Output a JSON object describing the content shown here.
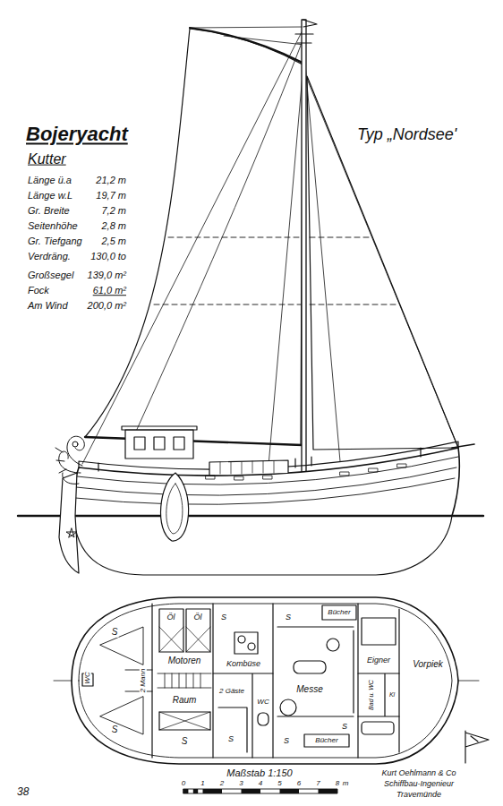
{
  "diagram": {
    "title": "Bojeryacht",
    "labels": [
      "Kutter",
      "Typ „Nordsee'",
      "Länge ü.a",
      "21,2 m",
      "Länge w.L",
      "19,7 m",
      "Gr. Breite",
      "7,2 m",
      "Seitenhöhe",
      "2,8 m",
      "Gr. Tiefgang",
      "2,5 m",
      "Verdräng.",
      "130,0 to",
      "Großsegel",
      "139,0 m²",
      "Fock",
      "61,0 m²",
      "Am Wind",
      "200,0 m²",
      "S",
      "S",
      "WC",
      "2 Mann",
      "Öl",
      "Öl",
      "Motoren",
      "Raum",
      "S",
      "S",
      "Kombüse",
      "2 Gäste",
      "WC",
      "S",
      "Bücher",
      "S",
      "Messe",
      "Eigner",
      "Bad u. WC",
      "Kl",
      "Bücher",
      "S",
      "S",
      "Vorpiek",
      "Maßstab 1:150",
      "0",
      "1",
      "2",
      "3",
      "4",
      "5",
      "6",
      "7",
      "8",
      "m",
      "Kurt Oehlmann & Co",
      "Schiffbau-Ingenieur",
      "Travemünde",
      "38"
    ]
  }
}
